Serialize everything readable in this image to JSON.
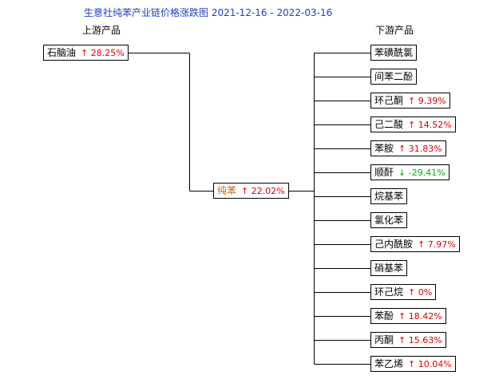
{
  "title": "生意社纯苯产业链价格涨跌图 2021-12-16 - 2022-03-16",
  "headers": {
    "upstream": "上游产品",
    "downstream": "下游产品"
  },
  "upstream": [
    {
      "name": "石脑油",
      "change": "28.25%",
      "dir": "up"
    }
  ],
  "center": {
    "name": "纯苯",
    "change": "22.02%",
    "dir": "up"
  },
  "downstream": [
    {
      "name": "苯磺酰氯",
      "change": "",
      "dir": ""
    },
    {
      "name": "间苯二酚",
      "change": "",
      "dir": ""
    },
    {
      "name": "环己酮",
      "change": "9.39%",
      "dir": "up"
    },
    {
      "name": "己二酸",
      "change": "14.52%",
      "dir": "up"
    },
    {
      "name": "苯胺",
      "change": "31.83%",
      "dir": "up"
    },
    {
      "name": "顺酐",
      "change": "-29.41%",
      "dir": "down"
    },
    {
      "name": "烷基苯",
      "change": "",
      "dir": ""
    },
    {
      "name": "氯化苯",
      "change": "",
      "dir": ""
    },
    {
      "name": "己内酰胺",
      "change": "7.97%",
      "dir": "up"
    },
    {
      "name": "硝基苯",
      "change": "",
      "dir": ""
    },
    {
      "name": "环己烷",
      "change": "0%",
      "dir": "up"
    },
    {
      "name": "苯酚",
      "change": "18.42%",
      "dir": "up"
    },
    {
      "name": "丙酮",
      "change": "15.63%",
      "dir": "up"
    },
    {
      "name": "苯乙烯",
      "change": "10.04%",
      "dir": "up"
    }
  ],
  "colors": {
    "title": "#1f3fbf",
    "up": "#e00000",
    "down": "#00b000",
    "center": "#c86400"
  }
}
